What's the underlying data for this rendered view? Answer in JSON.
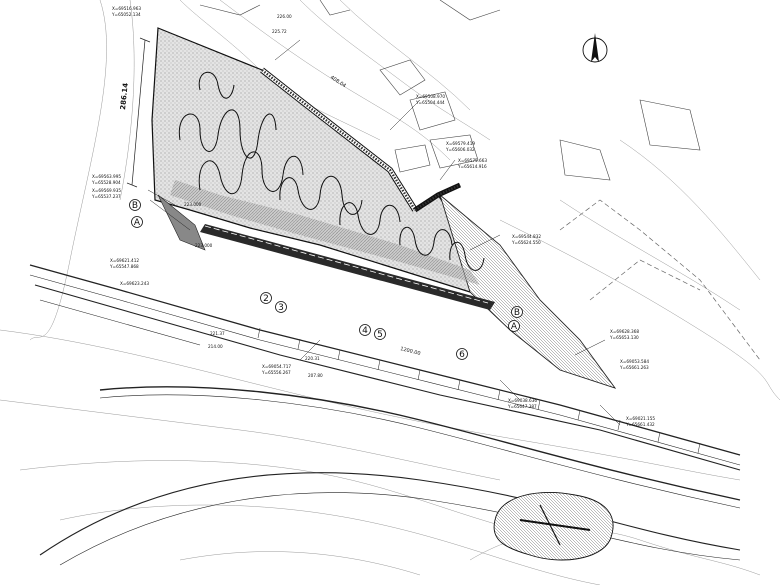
{
  "dimension_labels": [
    {
      "text": "286.14"
    },
    {
      "text": "408.04"
    },
    {
      "text": "1200.00"
    }
  ],
  "elevation_labels": [
    {
      "text": "226.00"
    },
    {
      "text": "225.72"
    },
    {
      "text": "223.000"
    },
    {
      "text": "223.000"
    },
    {
      "text": "221.37"
    },
    {
      "text": "220.31"
    },
    {
      "text": "214.00"
    },
    {
      "text": "207.80"
    }
  ],
  "coordinate_labels": [
    {
      "text": "X=69516.963"
    },
    {
      "text": "Y=65052.134"
    },
    {
      "text": "X=69508.970"
    },
    {
      "text": "Y=65504.444"
    },
    {
      "text": "X=69579.419"
    },
    {
      "text": "Y=65606.032"
    },
    {
      "text": "X=69575.663"
    },
    {
      "text": "Y=65614.916"
    },
    {
      "text": "X=69563.995"
    },
    {
      "text": "Y=65528.904"
    },
    {
      "text": "X=69569.935"
    },
    {
      "text": "Y=65537.237"
    },
    {
      "text": "X=69544.832"
    },
    {
      "text": "Y=65624.550"
    },
    {
      "text": "X=69621.412"
    },
    {
      "text": "Y=65547.868"
    },
    {
      "text": "X=69623.243"
    },
    {
      "text": "X=69628.368"
    },
    {
      "text": "Y=65653.130"
    },
    {
      "text": "X=69054.717"
    },
    {
      "text": "Y=65556.267"
    },
    {
      "text": "X=69053.584"
    },
    {
      "text": "Y=65661.263"
    },
    {
      "text": "X=69038.636"
    },
    {
      "text": "Y=65647.387"
    },
    {
      "text": "X=69021.155"
    },
    {
      "text": "Y=65661.432"
    }
  ],
  "markers": [
    {
      "text": "A"
    },
    {
      "text": "B"
    },
    {
      "text": "B"
    },
    {
      "text": "A"
    },
    {
      "text": "2"
    },
    {
      "text": "3"
    },
    {
      "text": "4"
    },
    {
      "text": "5"
    },
    {
      "text": "6"
    }
  ]
}
